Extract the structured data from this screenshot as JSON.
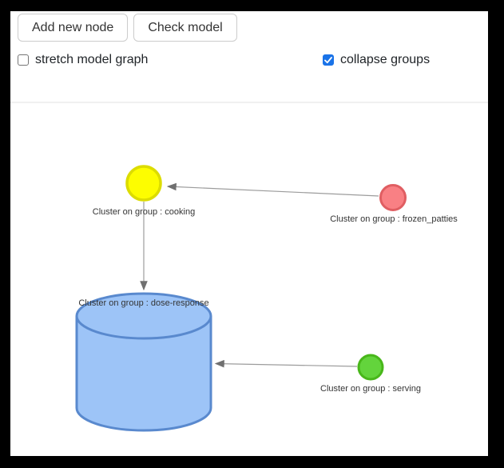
{
  "toolbar": {
    "buttons": [
      {
        "label": "Add new node"
      },
      {
        "label": "Check model"
      }
    ]
  },
  "options": {
    "stretch": {
      "label": "stretch model graph",
      "checked": false
    },
    "collapse": {
      "label": "collapse groups",
      "checked": true
    }
  },
  "graph": {
    "nodes": [
      {
        "id": "cooking",
        "label": "Cluster on group : cooking",
        "shape": "dot",
        "color": "#FDFD00",
        "border": "#DCDC00"
      },
      {
        "id": "frozen_patties",
        "label": "Cluster on group : frozen_patties",
        "shape": "dot",
        "color": "#F98084",
        "border": "#E05E62"
      },
      {
        "id": "dose-response",
        "label": "Cluster on group : dose-response",
        "shape": "database",
        "color": "#9DC4F7",
        "border": "#5989CE"
      },
      {
        "id": "serving",
        "label": "Cluster on group : serving",
        "shape": "dot",
        "color": "#63D43C",
        "border": "#48B71A"
      }
    ],
    "edges": [
      {
        "from": "frozen_patties",
        "to": "cooking"
      },
      {
        "from": "cooking",
        "to": "dose-response"
      },
      {
        "from": "serving",
        "to": "dose-response"
      }
    ],
    "edge_color": "#9C9C9C",
    "arrow_color": "#707070",
    "label_color": "#343434"
  },
  "colors": {
    "checkbox_checked": "#1A73E8",
    "frame": "#000000",
    "panel": "#FFFFFF"
  }
}
